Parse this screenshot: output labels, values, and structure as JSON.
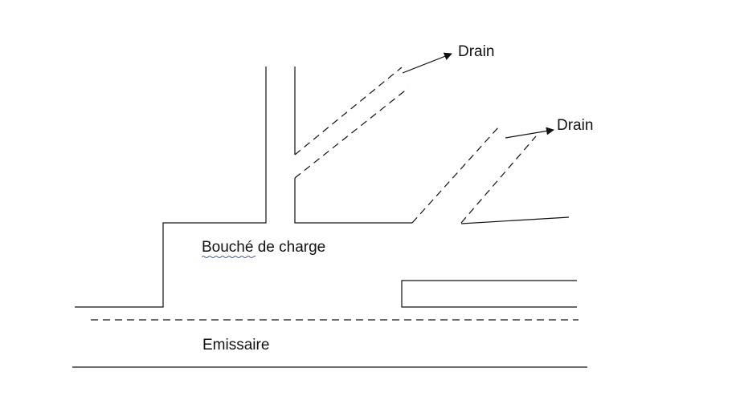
{
  "labels": {
    "drain_1": "Drain",
    "drain_2": "Drain",
    "bouche": "Bouché de charge",
    "emissaire": "Emissaire"
  },
  "colors": {
    "line": "#111111",
    "spellcheck": "#4a5a9a"
  }
}
